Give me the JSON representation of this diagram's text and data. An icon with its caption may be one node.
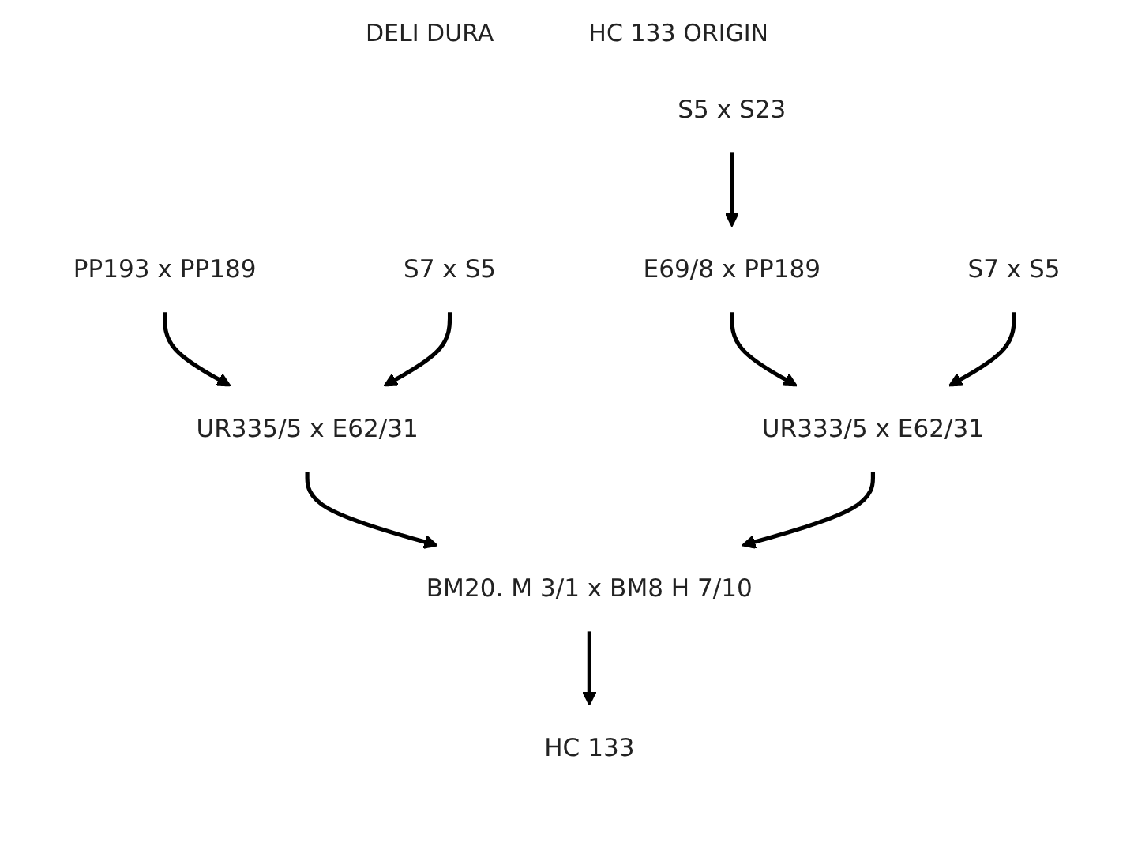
{
  "diagram": {
    "nodes": [
      {
        "text": [
          "S5 x S23"
        ]
      },
      {
        "text": [
          "PP193 x PP189"
        ]
      },
      {
        "text": [
          "S7 x S5"
        ]
      },
      {
        "text": [
          "E69/8 x PP189"
        ]
      },
      {
        "text": [
          "S7 x S5"
        ]
      },
      {
        "text": [
          "UR335/5 x E62/31"
        ]
      },
      {
        "text": [
          "UR333/5 x E62/31"
        ]
      },
      {
        "text": [
          "BM20. M 3/1 x BM8 H 7/10"
        ]
      },
      {
        "text": [
          "HC 133"
        ]
      }
    ],
    "edges": [
      {
        "from": 0,
        "to": 3,
        "arrow": "to"
      },
      {
        "from": 1,
        "to": 5,
        "arrow": "to"
      },
      {
        "from": 2,
        "to": 5,
        "arrow": "to"
      },
      {
        "from": 3,
        "to": 6,
        "arrow": "to"
      },
      {
        "from": 4,
        "to": 6,
        "arrow": "to"
      },
      {
        "from": 5,
        "to": 7,
        "arrow": "to"
      },
      {
        "from": 6,
        "to": 7,
        "arrow": "to"
      },
      {
        "from": 7,
        "to": 8,
        "arrow": "to"
      }
    ],
    "labels": [
      "DELI DURA",
      "HC 133 ORIGIN"
    ]
  }
}
